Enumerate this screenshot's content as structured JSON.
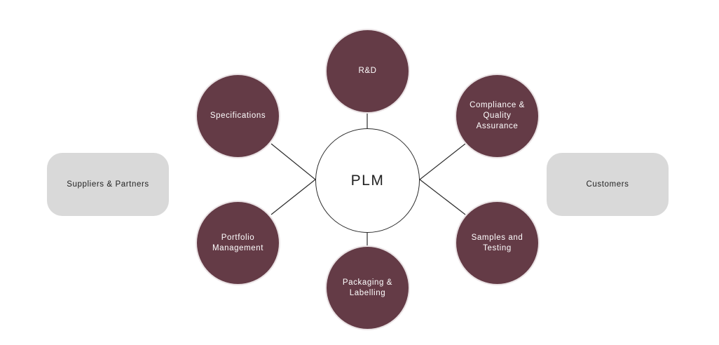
{
  "center": {
    "label": "PLM"
  },
  "nodes": {
    "rnd": "R&D",
    "specifications": "Specifications",
    "compliance": "Compliance & Quality Assurance",
    "portfolio": "Portfolio Management",
    "samples": "Samples and Testing",
    "packaging": "Packaging & Labelling"
  },
  "sides": {
    "suppliers": "Suppliers & Partners",
    "customers": "Customers"
  },
  "colors": {
    "node_fill": "#643b46",
    "side_fill": "#d9d9d9",
    "connector": "#2b2b2b"
  }
}
